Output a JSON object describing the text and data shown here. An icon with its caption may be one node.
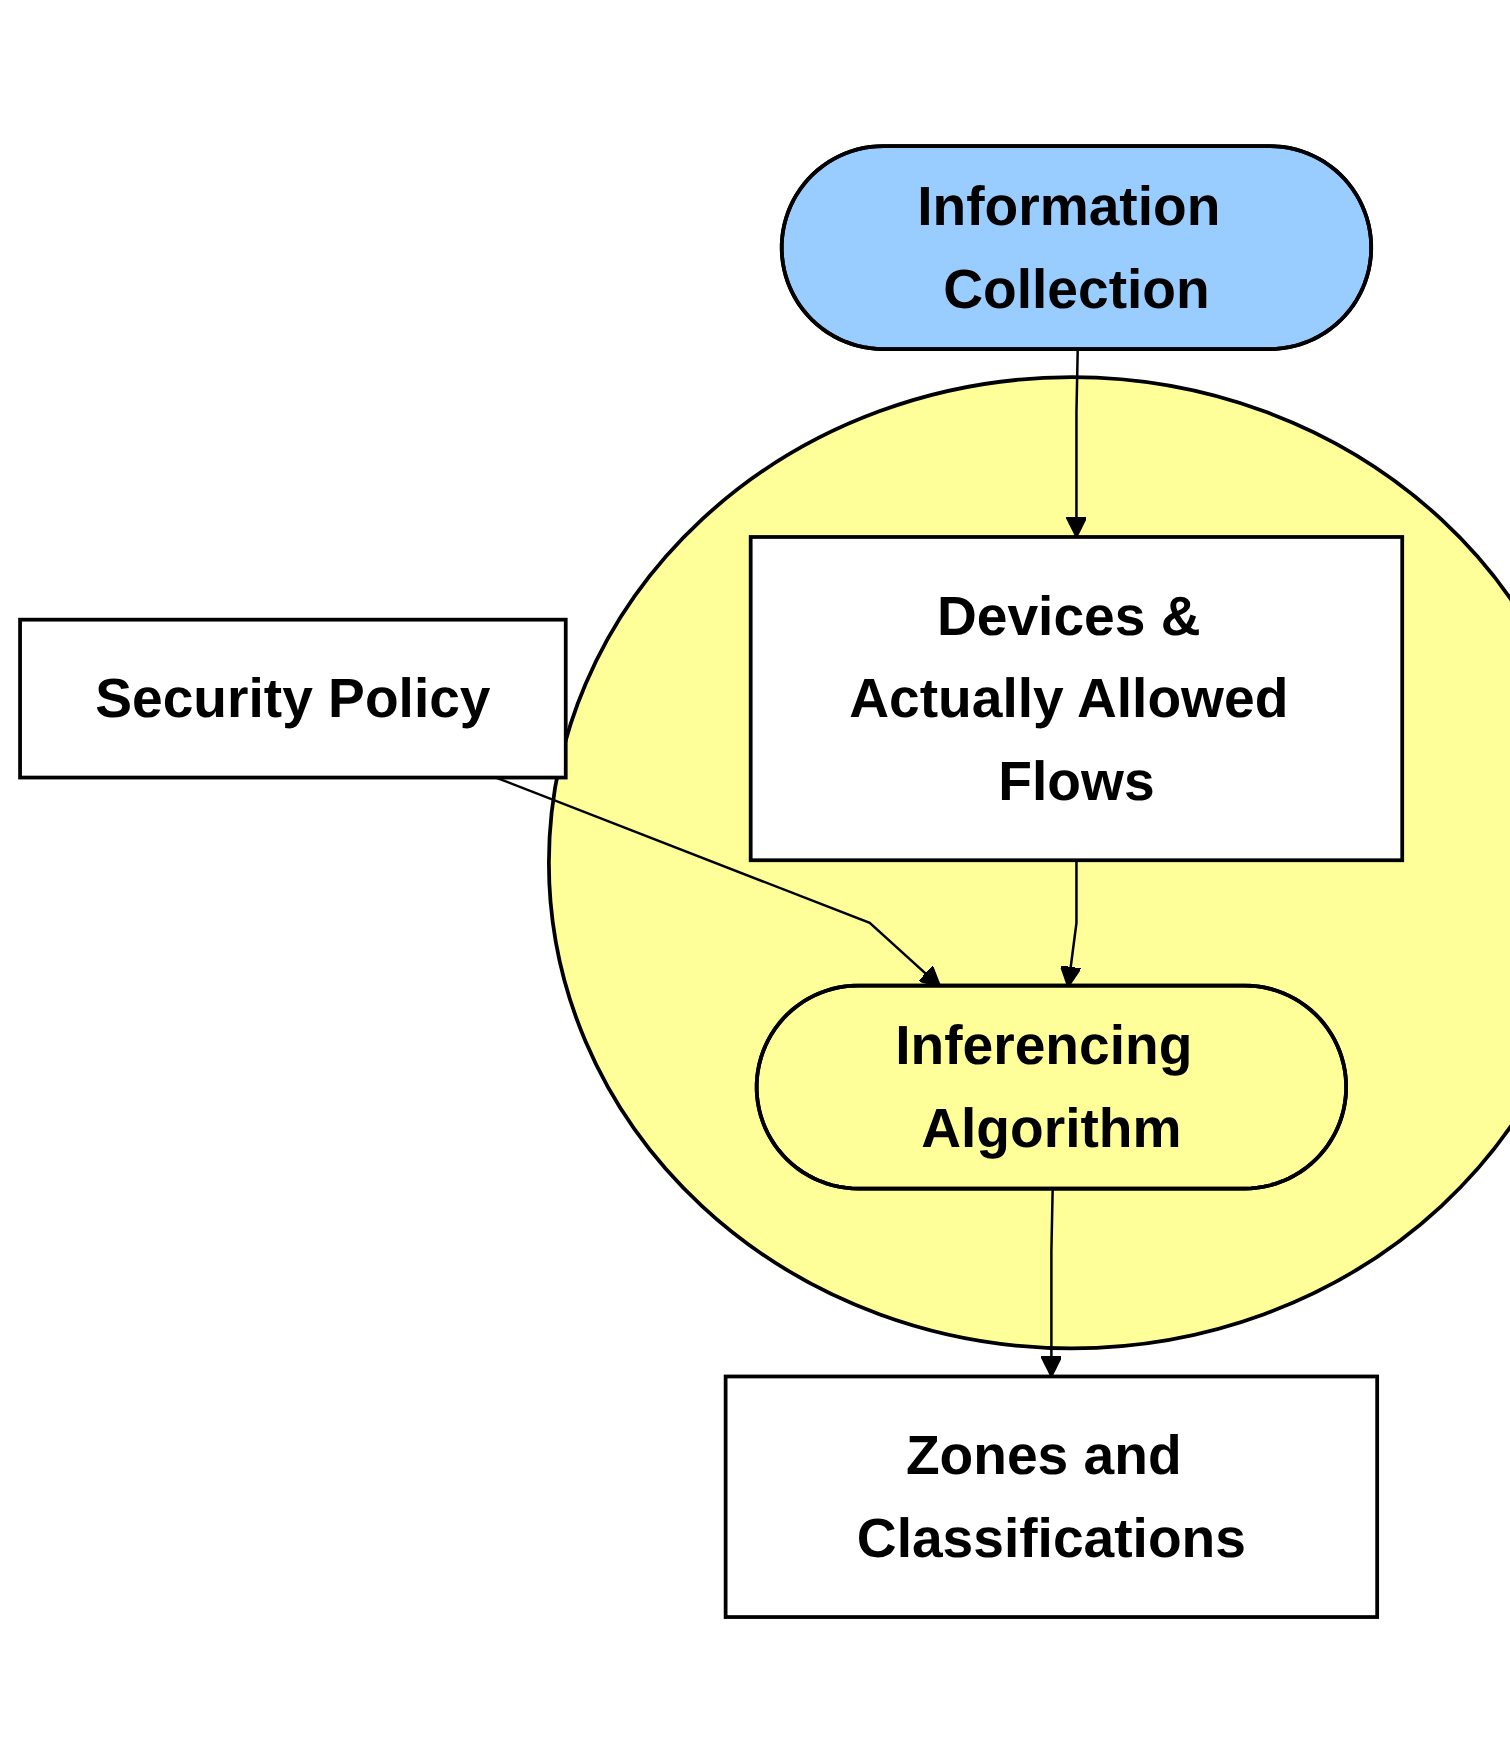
{
  "diagram": {
    "nodes": [
      {
        "text": [
          "Information Collection"
        ]
      },
      {
        "text": [
          "Security Policy"
        ]
      },
      {
        "text": [],
        "shape": "ellipse"
      },
      {
        "text": [
          "Devices & Actually Allowed Flows"
        ],
        "in": 2
      },
      {
        "text": [
          "Inferencing Algorithm"
        ],
        "in": 2
      },
      {
        "text": [
          "Zones and Classifications"
        ]
      }
    ],
    "edges": [
      {
        "from": 0,
        "to": 3,
        "arrow": "to"
      },
      {
        "from": 1,
        "to": 4,
        "arrow": "to"
      },
      {
        "from": 3,
        "to": 4,
        "arrow": "to"
      },
      {
        "from": 4,
        "to": 5,
        "arrow": "to"
      }
    ]
  }
}
